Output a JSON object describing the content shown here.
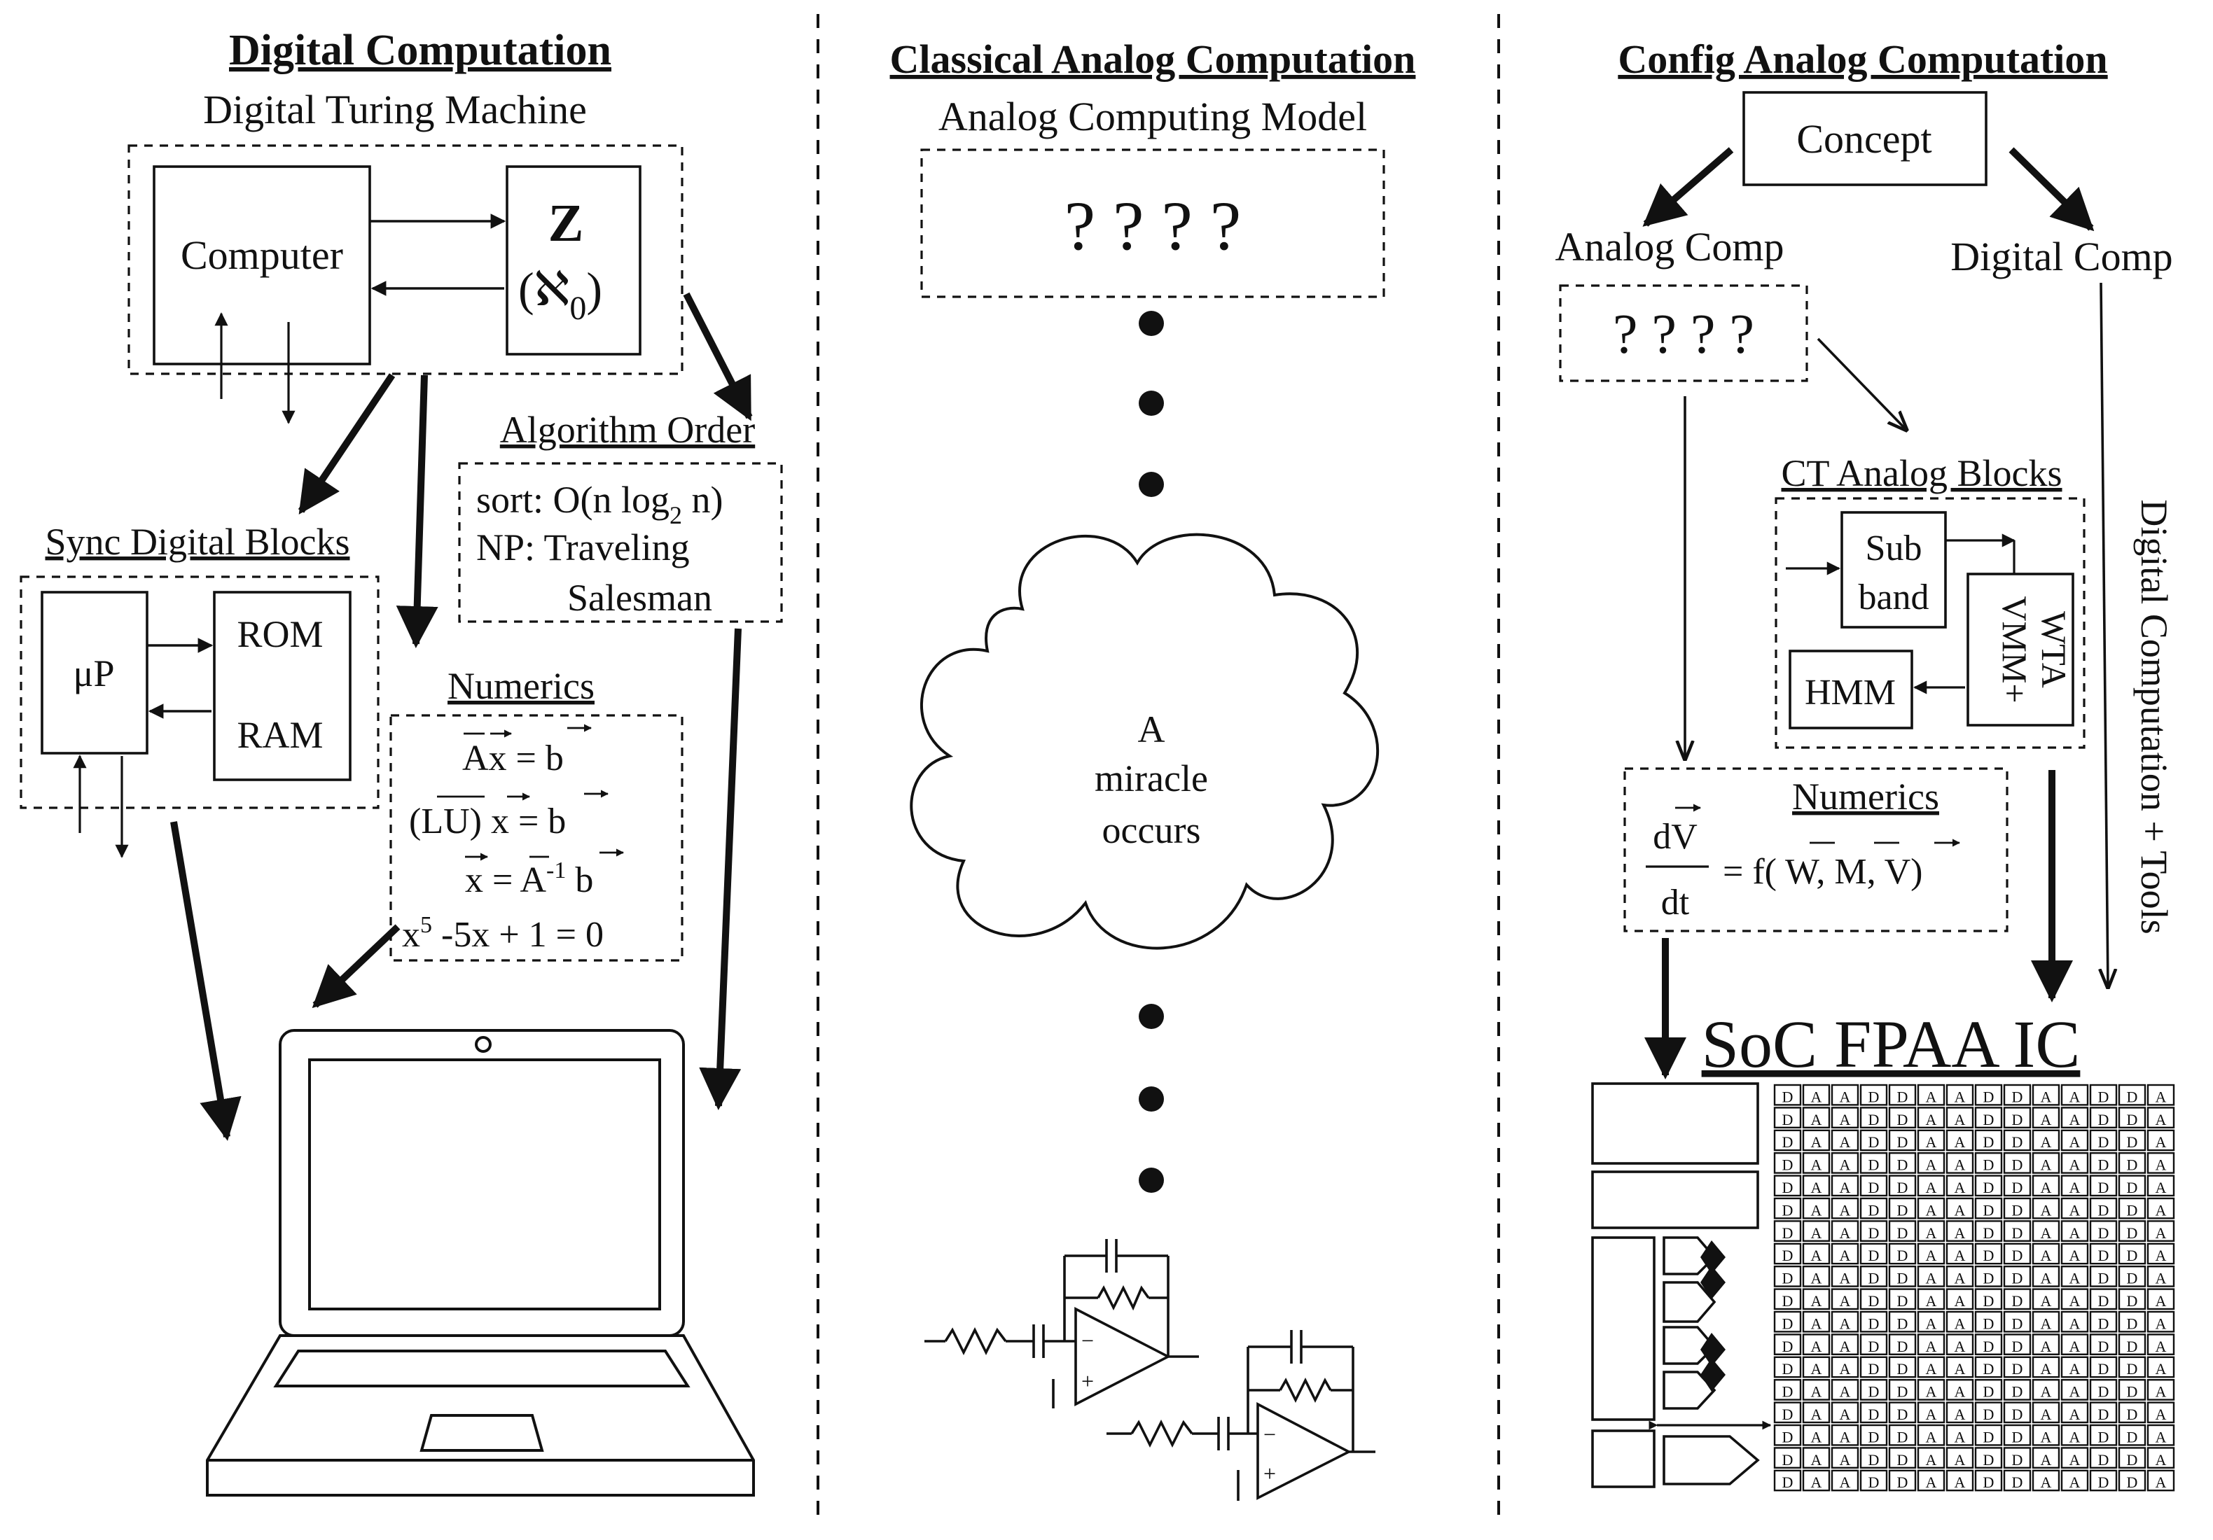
{
  "left": {
    "title": "Digital Computation",
    "subtitle": "Digital Turing Machine",
    "computer": "Computer",
    "z_main": "Z",
    "z_sub": "(ℵ",
    "z_subsub": "0",
    "z_close": ")",
    "sync": "Sync Digital Blocks",
    "mup": "μP",
    "rom": "ROM",
    "ram": "RAM",
    "algorithm": "Algorithm Order",
    "alg_sort": "sort: O(n log",
    "alg_sort_sub": "2",
    "alg_sort_end": " n)",
    "alg_np": "NP: Traveling",
    "alg_np2": "Salesman",
    "numerics": "Numerics",
    "eq1": "Ax = b",
    "eq2": "(LU) x = b",
    "eq3a": "x = A",
    "eq3sup": "-1",
    "eq3b": " b",
    "eq4a": "x",
    "eq4sup": "5",
    "eq4b": " -5x + 1 = 0"
  },
  "middle": {
    "title": "Classical Analog Computation",
    "subtitle": "Analog Computing Model",
    "unknown": "? ? ? ?",
    "cloud_1": "A",
    "cloud_2": "miracle",
    "cloud_3": "occurs"
  },
  "right": {
    "title": "Config Analog Computation",
    "concept": "Concept",
    "analog_comp": "Analog Comp",
    "digital_comp": "Digital Comp",
    "unknown": "? ? ? ?",
    "ct_blocks": "CT Analog Blocks",
    "sub1": "Sub",
    "sub2": "band",
    "vmm": "VMM+",
    "wta": "WTA",
    "hmm": "HMM",
    "numerics": "Numerics",
    "dv": "dV",
    "dt": "dt",
    "func": "= f( W, M, V)",
    "side": "Digital Computation + Tools",
    "soc": "SoC FPAA IC",
    "cell_pattern": [
      "D",
      "A",
      "A",
      "D",
      "D",
      "A",
      "A",
      "D",
      "D",
      "A",
      "A",
      "D",
      "D",
      "A"
    ]
  }
}
